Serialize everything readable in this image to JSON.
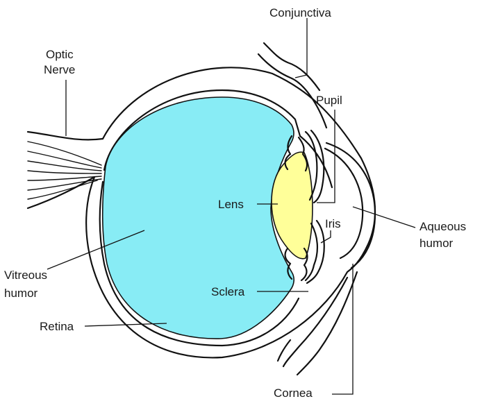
{
  "colors": {
    "vitreous_fill": "#88ecf5",
    "lens_fill": "#ffff99",
    "outline": "#111111",
    "background": "#ffffff"
  },
  "labels": {
    "conjunctiva": "Conjunctiva",
    "optic_nerve_line1": "Optic",
    "optic_nerve_line2": "Nerve",
    "pupil": "Pupil",
    "lens": "Lens",
    "iris": "Iris",
    "aqueous_humor_line1": "Aqueous",
    "aqueous_humor_line2": "humor",
    "vitreous_humor_line1": "Vitreous",
    "vitreous_humor_line2": "humor",
    "sclera": "Sclera",
    "retina": "Retina",
    "cornea": "Cornea"
  }
}
